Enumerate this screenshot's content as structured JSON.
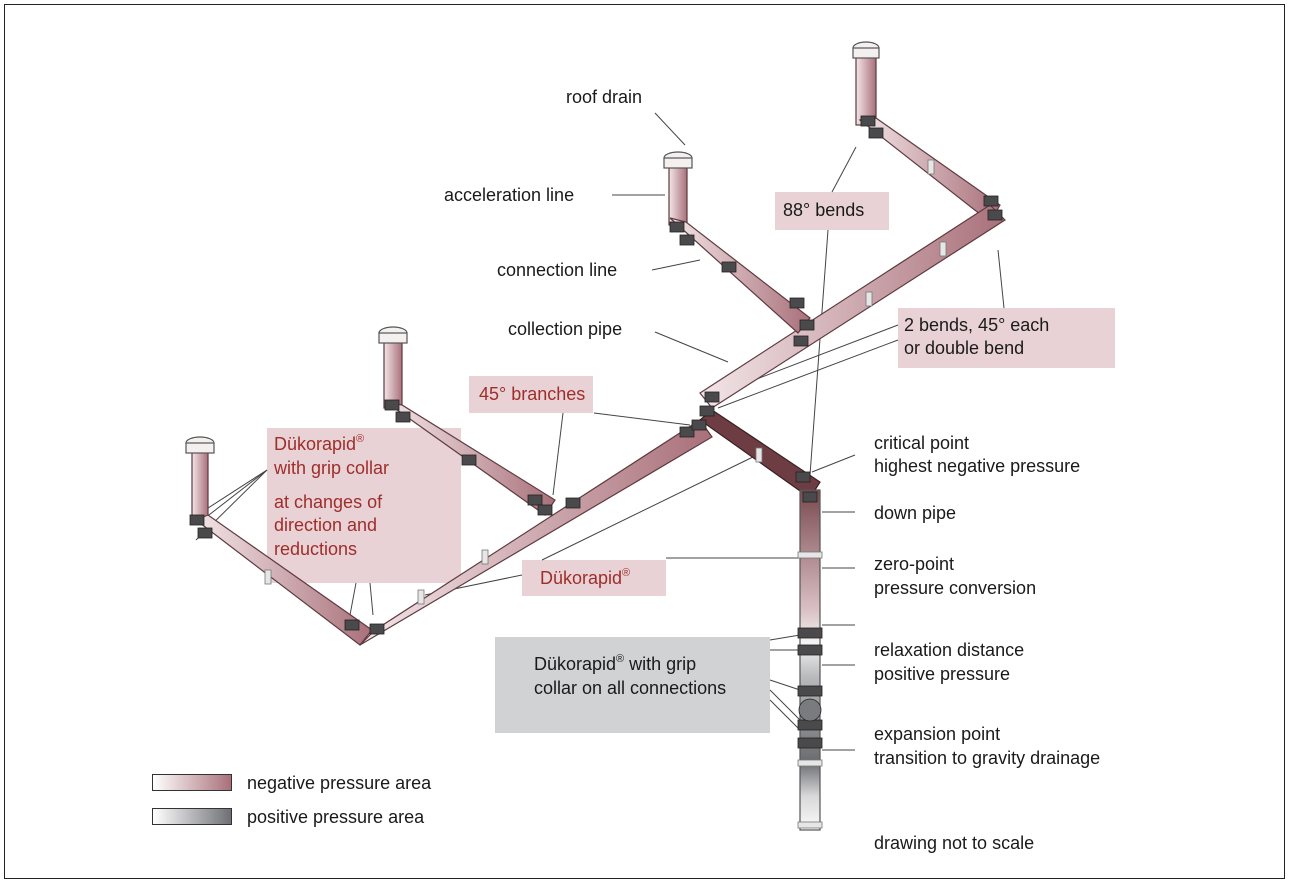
{
  "labels": {
    "roof_drain": "roof drain",
    "acceleration_line": "acceleration line",
    "connection_line": "connection line",
    "collection_pipe": "collection pipe",
    "bends_88": "88° bends",
    "two_bends_line1": "2 bends, 45° each",
    "two_bends_line2": "or double bend",
    "branches_45": "45° branches",
    "grip_collar_line1": "Dükorapid",
    "grip_collar_line2": "with grip collar",
    "grip_collar_line3": "at changes of",
    "grip_collar_line4": "direction and",
    "grip_collar_line5": "reductions",
    "dukorapid": "Dükorapid",
    "registered": "®",
    "critical_line1": "critical point",
    "critical_line2": "highest negative pressure",
    "down_pipe": "down pipe",
    "zero_line1": "zero-point",
    "zero_line2": "pressure conversion",
    "relax_line1": "relaxation distance",
    "relax_line2": "positive pressure",
    "expansion_line1": "expansion point",
    "expansion_line2": "transition to gravity drainage",
    "grey_line1_a": "Dükorapid",
    "grey_line1_b": " with grip",
    "grey_line2": "collar on all connections",
    "scale_note": "drawing not to scale"
  },
  "legend": [
    {
      "label": "negative pressure area",
      "color_start": "#ffffff",
      "color_end": "#a9707a"
    },
    {
      "label": "positive pressure area",
      "color_start": "#ffffff",
      "color_end": "#6f7074"
    }
  ],
  "colors": {
    "pipe_negative": "#c9a3aa",
    "pipe_negative_dark": "#7a4a50",
    "pipe_positive": "#8a8b8f",
    "accent_red": "#9e2e2a",
    "box_pink": "#e8d2d6",
    "box_grey": "#d1d2d4"
  }
}
